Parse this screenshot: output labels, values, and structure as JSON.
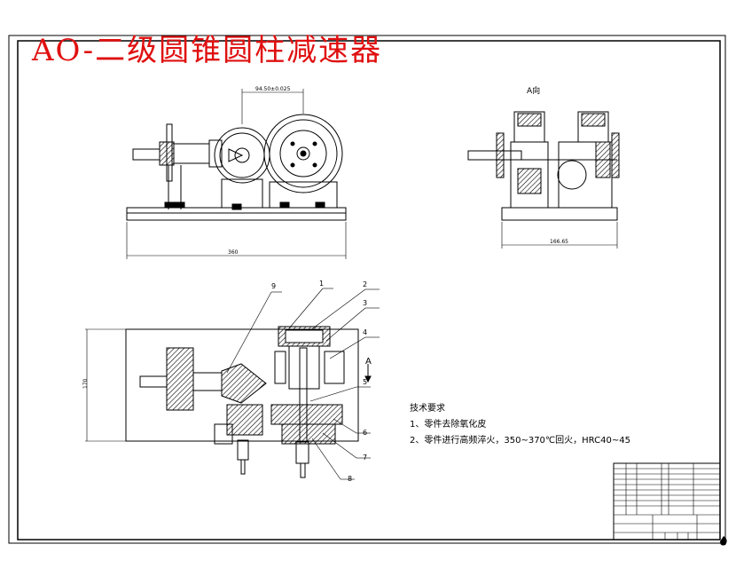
{
  "title": "AO-二级圆锥圆柱减速器",
  "view_label": "A向",
  "section_mark": "A",
  "dimensions": {
    "top_center": "94.50±0.025",
    "front_width": "360",
    "side_width": "166.65",
    "plan_height": "170"
  },
  "part_numbers": [
    "1",
    "2",
    "3",
    "4",
    "5",
    "6",
    "7",
    "8",
    "9"
  ],
  "tech_requirements": {
    "heading": "技术要求",
    "items": [
      "1、零件去除氧化皮",
      "2、零件进行高频淬火，350~370℃回火，HRC40~45"
    ]
  }
}
